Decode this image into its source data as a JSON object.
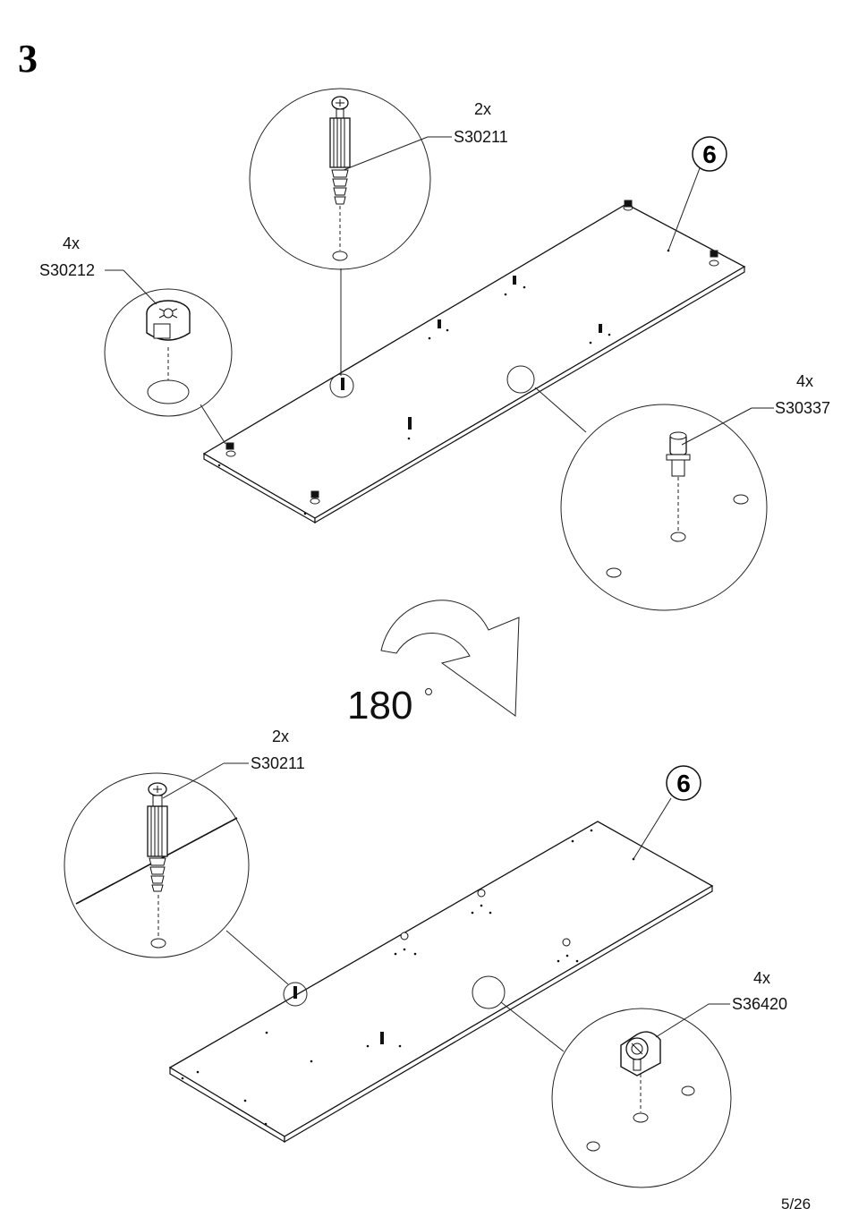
{
  "step_number": "3",
  "page_number": "5/26",
  "rotation": {
    "value": "180",
    "symbol": "°"
  },
  "part_ids": {
    "top_panel": "6",
    "bottom_panel": "6"
  },
  "top_callouts": [
    {
      "qty": "2x",
      "code": "S30211"
    },
    {
      "qty": "4x",
      "code": "S30212"
    },
    {
      "qty": "4x",
      "code": "S30337"
    }
  ],
  "bottom_callouts": [
    {
      "qty": "2x",
      "code": "S30211"
    },
    {
      "qty": "4x",
      "code": "S36420"
    }
  ],
  "icons": [
    "cam-bolt-icon",
    "cam-lock-icon",
    "shelf-pin-icon",
    "hinge-bracket-icon",
    "rotate-arrow-icon"
  ]
}
